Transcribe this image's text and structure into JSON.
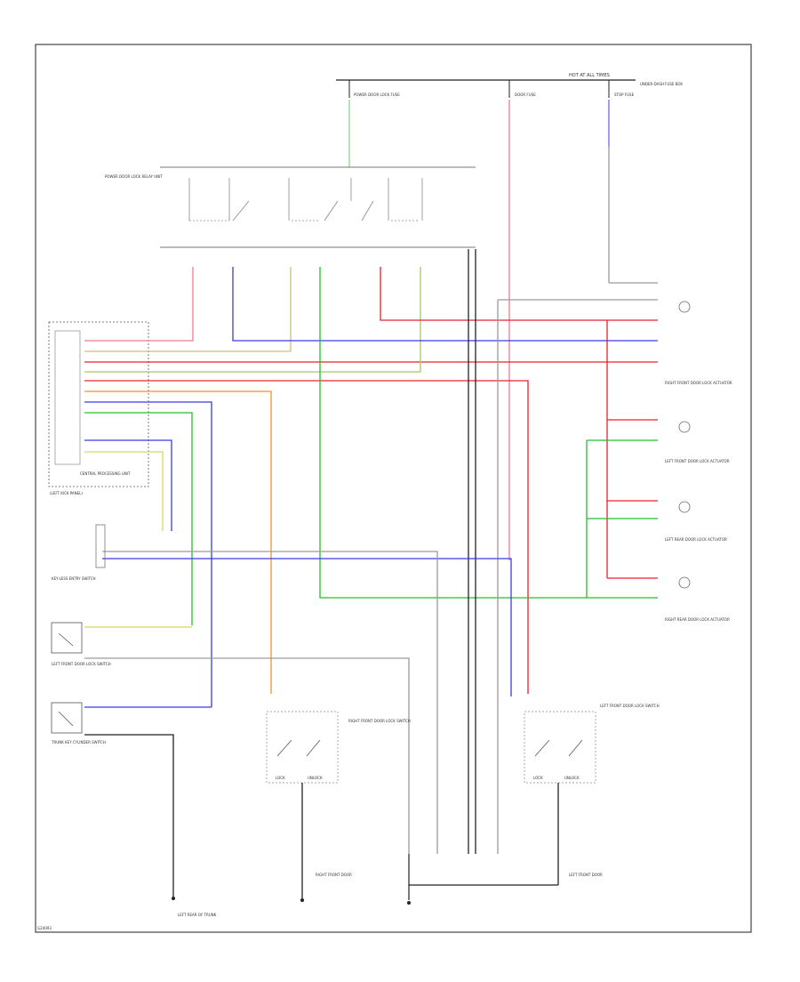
{
  "colors": {
    "frame": "#444444",
    "wire_black": "#222222",
    "wire_gray": "#9a9a9a",
    "wire_pink": "#f07a8e",
    "wire_red": "#e8202a",
    "wire_blue": "#3a3ae6",
    "wire_green": "#22c02a",
    "wire_lightgreen": "#8ad68a",
    "wire_orange": "#f0922a",
    "wire_yellow": "#d8d860",
    "wire_tan": "#c8c080"
  },
  "labels": {
    "top_bus": "HOT AT ALL TIMES",
    "fuse_left": "POWER DOOR LOCK FUSE",
    "fuse_mid": "DOOR FUSE",
    "fuse_right": "STOP FUSE",
    "fuse_right_box": "UNDER-DASH FUSE BOX",
    "relay_unit": "POWER DOOR LOCK RELAY UNIT",
    "control_unit": "CENTRAL PROCESSING UNIT",
    "control_unit_loc": "(LEFT KICK PANEL)",
    "left_switch": "LEFT FRONT DOOR LOCK SWITCH",
    "key_switch": "KEY-LESS ENTRY SWITCH",
    "trunk_switch": "TRUNK KEY CYLINDER SWITCH",
    "door_motor_right": "RIGHT FRONT DOOR LOCK ACTUATOR",
    "door_motor_left": "LEFT FRONT DOOR LOCK ACTUATOR",
    "rear_left": "LEFT REAR DOOR LOCK ACTUATOR",
    "rear_right": "RIGHT REAR DOOR LOCK ACTUATOR",
    "right_door_switch": "RIGHT FRONT DOOR LOCK SWITCH",
    "left_door_switch_bottom": "LEFT FRONT DOOR LOCK SWITCH",
    "ground_left": "LEFT REAR OF TRUNK",
    "ground_mid": "RIGHT FRONT DOOR",
    "ground_right": "LEFT FRONT DOOR",
    "lock": "LOCK",
    "unlock": "UNLOCK",
    "corner_code": "G24093"
  }
}
